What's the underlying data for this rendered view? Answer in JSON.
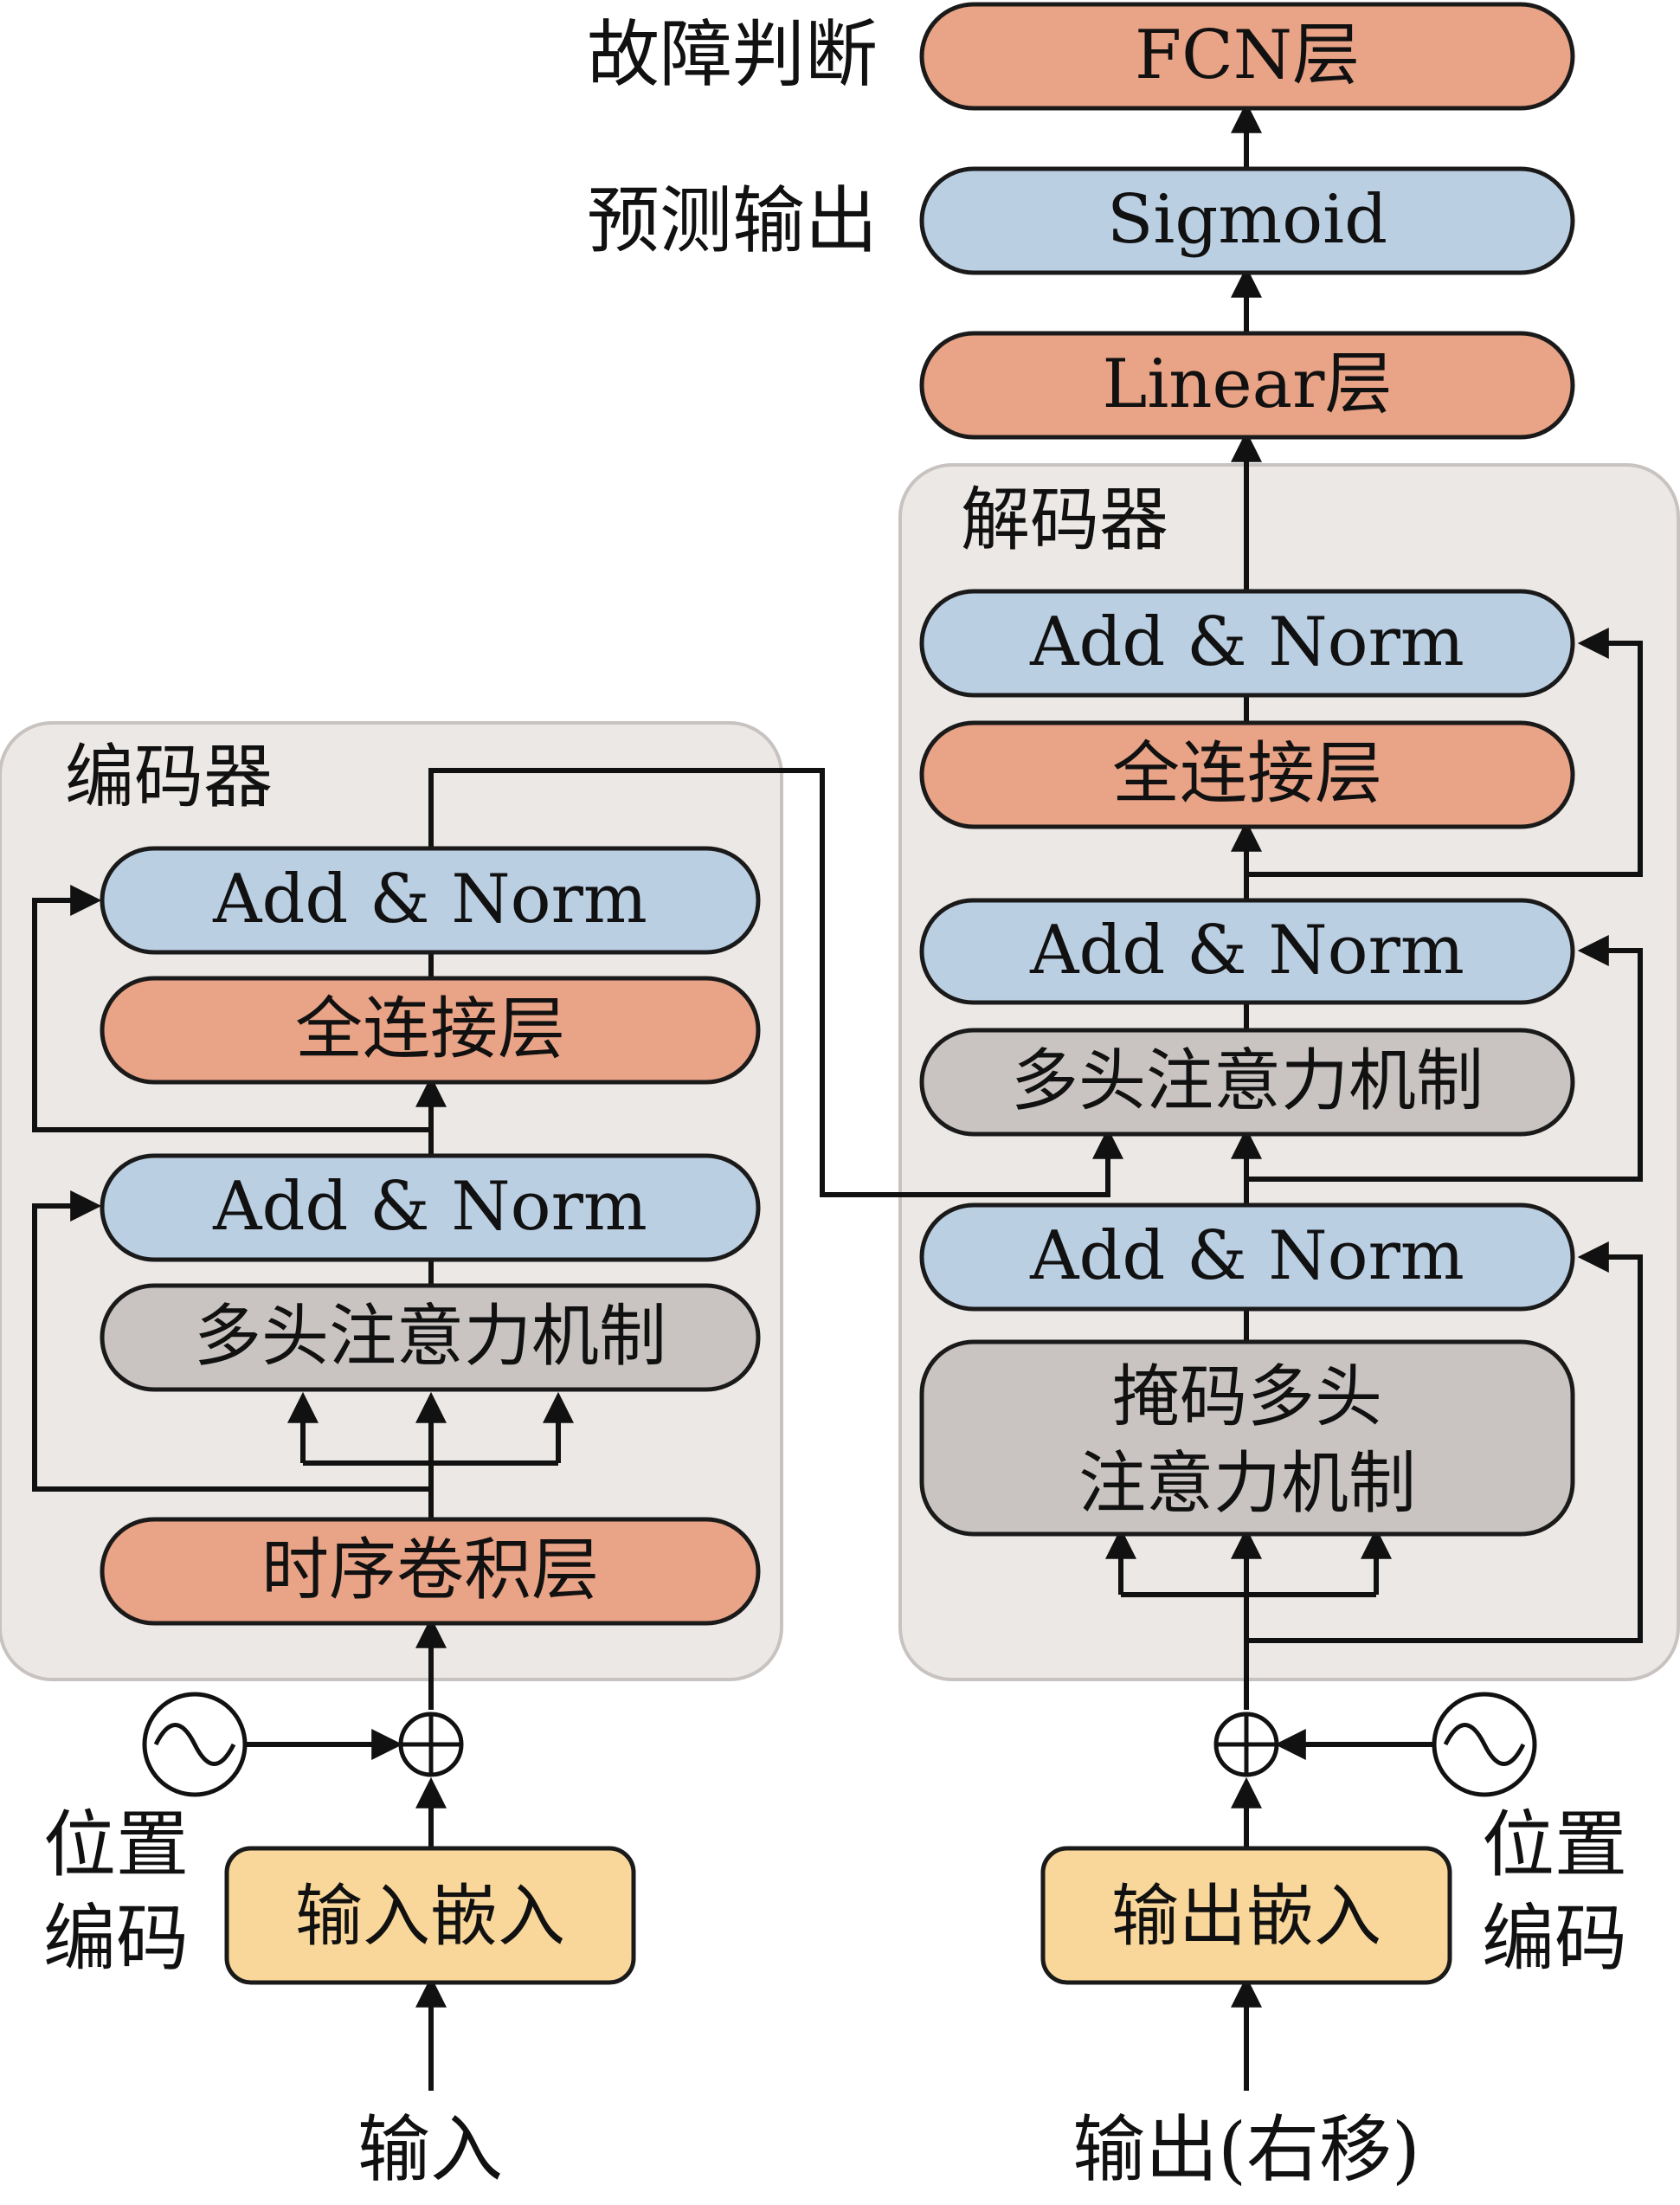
{
  "colors": {
    "linear_layer": "#E9A386",
    "add_norm": "#BBCFE3",
    "attention": "#C9C4C2",
    "embedding": "#F9D79A",
    "panel": "#ECE8E5"
  },
  "encoder": {
    "title": "编码器",
    "add_norm_top": "Add & Norm",
    "ffn": "全连接层",
    "add_norm_bottom": "Add & Norm",
    "attention": "多头注意力机制",
    "tcn": "时序卷积层"
  },
  "decoder": {
    "title": "解码器",
    "add_norm_top": "Add & Norm",
    "ffn": "全连接层",
    "add_norm_mid": "Add & Norm",
    "attention": "多头注意力机制",
    "add_norm_bottom": "Add & Norm",
    "masked_attention_line1": "掩码多头",
    "masked_attention_line2": "注意力机制"
  },
  "head": {
    "fcn": "FCN层",
    "fcn_label": "故障判断",
    "sigmoid": "Sigmoid",
    "sigmoid_label": "预测输出",
    "linear": "Linear层"
  },
  "inputs": {
    "input_embedding": "输入嵌入",
    "output_embedding": "输出嵌入",
    "input": "输入",
    "output": "输出(右移)",
    "pos_enc_left_line1": "位置",
    "pos_enc_left_line2": "编码",
    "pos_enc_right_line1": "位置",
    "pos_enc_right_line2": "编码"
  },
  "icons": {
    "positional_wave": "sine-wave-icon",
    "add_node": "circled-plus-icon"
  }
}
